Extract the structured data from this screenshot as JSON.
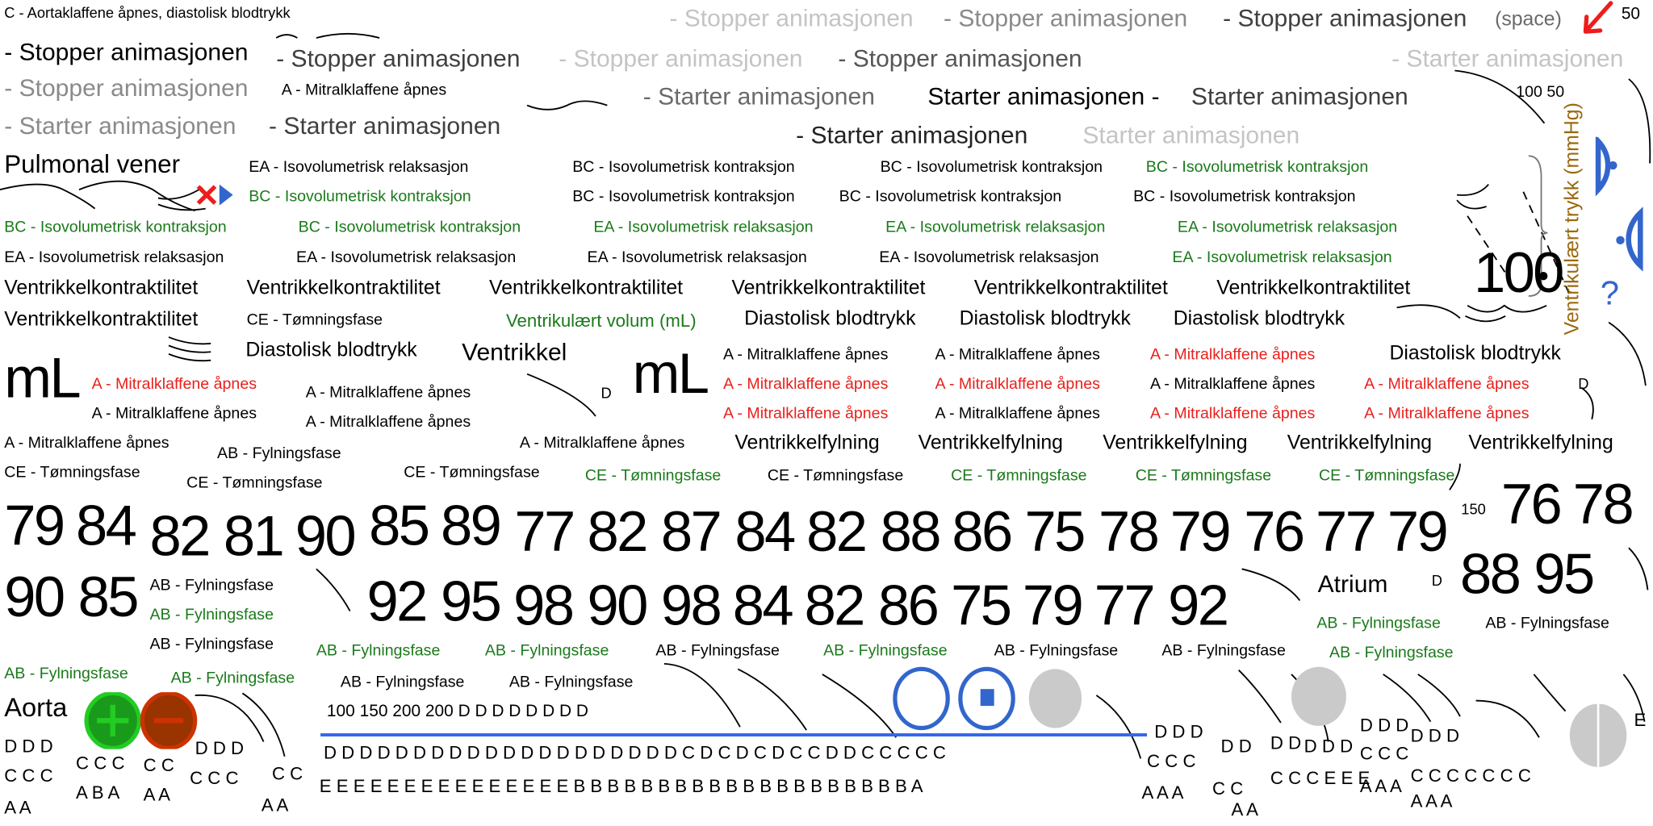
{
  "colors": {
    "black": "#000000",
    "green": "#1a7a1a",
    "red": "#e8201c",
    "blue": "#3366cc",
    "brown": "#9a6a10",
    "gray_light": "#c4c4c4",
    "gray_mid": "#8a8a8a",
    "gray_dark": "#3f3f3f"
  },
  "axis_label": "Ventrikulært trykk (mmHg)",
  "question_mark": "?",
  "labels": [
    {
      "t": "C - Aortaklaffene åpnes, diastolisk blodtrykk",
      "c": "#000000"
    },
    {
      "t": "- Stopper animasjonen",
      "c": "#c4c4c4"
    },
    {
      "t": "- Stopper animasjonen",
      "c": "#8a8a8a"
    },
    {
      "t": "- Stopper animasjonen",
      "c": "#3f3f3f"
    },
    {
      "t": "(space)",
      "c": "#6a6a6a"
    },
    {
      "t": "50",
      "c": "#000000"
    },
    {
      "t": "- Stopper animasjonen",
      "c": "#000000"
    },
    {
      "t": "- Stopper animasjonen",
      "c": "#3f3f3f"
    },
    {
      "t": "- Stopper animasjonen",
      "c": "#c4c4c4"
    },
    {
      "t": "- Stopper animasjonen",
      "c": "#555555"
    },
    {
      "t": "- Starter animasjonen",
      "c": "#c4c4c4"
    },
    {
      "t": "- Stopper animasjonen",
      "c": "#8a8a8a"
    },
    {
      "t": "A - Mitralklaffene åpnes",
      "c": "#000000"
    },
    {
      "t": "- Starter animasjonen",
      "c": "#6a6a6a"
    },
    {
      "t": "Starter animasjonen -",
      "c": "#000000"
    },
    {
      "t": "Starter animasjonen",
      "c": "#3f3f3f"
    },
    {
      "t": "100 50",
      "c": "#000000"
    },
    {
      "t": "- Starter animasjonen",
      "c": "#8a8a8a"
    },
    {
      "t": "- Starter animasjonen",
      "c": "#3f3f3f"
    },
    {
      "t": "- Starter animasjonen",
      "c": "#222222"
    },
    {
      "t": "Starter animasjonen",
      "c": "#c4c4c4"
    },
    {
      "t": "Pulmonal vener",
      "c": "#000000"
    },
    {
      "t": "EA - Isovolumetrisk relaksasjon",
      "c": "#000000"
    },
    {
      "t": "BC - Isovolumetrisk kontraksjon",
      "c": "#000000"
    },
    {
      "t": "BC - Isovolumetrisk kontraksjon",
      "c": "#000000"
    },
    {
      "t": "BC - Isovolumetrisk kontraksjon",
      "c": "#1a7a1a"
    },
    {
      "t": "BC - Isovolumetrisk kontraksjon",
      "c": "#1a7a1a"
    },
    {
      "t": "BC - Isovolumetrisk kontraksjon",
      "c": "#000000"
    },
    {
      "t": "BC - Isovolumetrisk kontraksjon",
      "c": "#000000"
    },
    {
      "t": "BC - Isovolumetrisk kontraksjon",
      "c": "#000000"
    },
    {
      "t": "BC - Isovolumetrisk kontraksjon",
      "c": "#1a7a1a"
    },
    {
      "t": "BC - Isovolumetrisk kontraksjon",
      "c": "#1a7a1a"
    },
    {
      "t": "EA - Isovolumetrisk relaksasjon",
      "c": "#1a7a1a"
    },
    {
      "t": "EA - Isovolumetrisk relaksasjon",
      "c": "#1a7a1a"
    },
    {
      "t": "EA - Isovolumetrisk relaksasjon",
      "c": "#1a7a1a"
    },
    {
      "t": "EA - Isovolumetrisk relaksasjon",
      "c": "#000000"
    },
    {
      "t": "EA - Isovolumetrisk relaksasjon",
      "c": "#000000"
    },
    {
      "t": "EA - Isovolumetrisk relaksasjon",
      "c": "#000000"
    },
    {
      "t": "EA - Isovolumetrisk relaksasjon",
      "c": "#000000"
    },
    {
      "t": "EA - Isovolumetrisk relaksasjon",
      "c": "#1a7a1a"
    },
    {
      "t": "Ventrikkelkontraktilitet",
      "c": "#000000"
    },
    {
      "t": "Ventrikkelkontraktilitet",
      "c": "#000000"
    },
    {
      "t": "Ventrikkelkontraktilitet",
      "c": "#000000"
    },
    {
      "t": "Ventrikkelkontraktilitet",
      "c": "#000000"
    },
    {
      "t": "Ventrikkelkontraktilitet",
      "c": "#000000"
    },
    {
      "t": "Ventrikkelkontraktilitet",
      "c": "#000000"
    },
    {
      "t": "Ventrikkelkontraktilitet",
      "c": "#000000"
    },
    {
      "t": "CE - Tømningsfase",
      "c": "#000000"
    },
    {
      "t": "Ventrikulært volum (mL)",
      "c": "#1a7a1a"
    },
    {
      "t": "Diastolisk blodtrykk",
      "c": "#000000"
    },
    {
      "t": "Diastolisk blodtrykk",
      "c": "#000000"
    },
    {
      "t": "Diastolisk blodtrykk",
      "c": "#000000"
    },
    {
      "t": "Diastolisk blodtrykk",
      "c": "#000000"
    },
    {
      "t": "Ventrikkel",
      "c": "#000000"
    },
    {
      "t": "Diastolisk blodtrykk",
      "c": "#000000"
    },
    {
      "t": "mL",
      "c": "#000000"
    },
    {
      "t": "mL",
      "c": "#000000"
    },
    {
      "t": "100",
      "c": "#000000"
    },
    {
      "t": "A - Mitralklaffene åpnes",
      "c": "#000000"
    },
    {
      "t": "A - Mitralklaffene åpnes",
      "c": "#000000"
    },
    {
      "t": "A - Mitralklaffene åpnes",
      "c": "#e8201c"
    },
    {
      "t": "A - Mitralklaffene åpnes",
      "c": "#e8201c"
    },
    {
      "t": "A - Mitralklaffene åpnes",
      "c": "#e8201c"
    },
    {
      "t": "A - Mitralklaffene åpnes",
      "c": "#e8201c"
    },
    {
      "t": "A - Mitralklaffene åpnes",
      "c": "#000000"
    },
    {
      "t": "A - Mitralklaffene åpnes",
      "c": "#e8201c"
    },
    {
      "t": "A - Mitralklaffene åpnes",
      "c": "#000000"
    },
    {
      "t": "A - Mitralklaffene åpnes",
      "c": "#e8201c"
    },
    {
      "t": "A - Mitralklaffene åpnes",
      "c": "#000000"
    },
    {
      "t": "A - Mitralklaffene åpnes",
      "c": "#e8201c"
    },
    {
      "t": "A - Mitralklaffene åpnes",
      "c": "#e8201c"
    },
    {
      "t": "A - Mitralklaffene åpnes",
      "c": "#000000"
    },
    {
      "t": "A - Mitralklaffene åpnes",
      "c": "#000000"
    },
    {
      "t": "A - Mitralklaffene åpnes",
      "c": "#000000"
    },
    {
      "t": "A - Mitralklaffene åpnes",
      "c": "#000000"
    },
    {
      "t": "D",
      "c": "#000000"
    },
    {
      "t": "D",
      "c": "#000000"
    },
    {
      "t": "Ventrikkelfylning",
      "c": "#000000"
    },
    {
      "t": "Ventrikkelfylning",
      "c": "#000000"
    },
    {
      "t": "Ventrikkelfylning",
      "c": "#000000"
    },
    {
      "t": "Ventrikkelfylning",
      "c": "#000000"
    },
    {
      "t": "Ventrikkelfylning",
      "c": "#000000"
    },
    {
      "t": "AB - Fylningsfase",
      "c": "#000000"
    },
    {
      "t": "CE - Tømningsfase",
      "c": "#000000"
    },
    {
      "t": "CE - Tømningsfase",
      "c": "#000000"
    },
    {
      "t": "CE - Tømningsfase",
      "c": "#000000"
    },
    {
      "t": "CE - Tømningsfase",
      "c": "#1a7a1a"
    },
    {
      "t": "CE - Tømningsfase",
      "c": "#000000"
    },
    {
      "t": "CE - Tømningsfase",
      "c": "#1a7a1a"
    },
    {
      "t": "CE - Tømningsfase",
      "c": "#1a7a1a"
    },
    {
      "t": "CE - Tømningsfase",
      "c": "#1a7a1a"
    },
    {
      "t": "79",
      "c": "#000000"
    },
    {
      "t": "84",
      "c": "#000000"
    },
    {
      "t": "82",
      "c": "#000000"
    },
    {
      "t": "81",
      "c": "#000000"
    },
    {
      "t": "90",
      "c": "#000000"
    },
    {
      "t": "85",
      "c": "#000000"
    },
    {
      "t": "89",
      "c": "#000000"
    },
    {
      "t": "77",
      "c": "#000000"
    },
    {
      "t": "82",
      "c": "#000000"
    },
    {
      "t": "87",
      "c": "#000000"
    },
    {
      "t": "84",
      "c": "#000000"
    },
    {
      "t": "82",
      "c": "#000000"
    },
    {
      "t": "88",
      "c": "#000000"
    },
    {
      "t": "86",
      "c": "#000000"
    },
    {
      "t": "75",
      "c": "#000000"
    },
    {
      "t": "78",
      "c": "#000000"
    },
    {
      "t": "79",
      "c": "#000000"
    },
    {
      "t": "76",
      "c": "#000000"
    },
    {
      "t": "77",
      "c": "#000000"
    },
    {
      "t": "79",
      "c": "#000000"
    },
    {
      "t": "150",
      "c": "#000000"
    },
    {
      "t": "76",
      "c": "#000000"
    },
    {
      "t": "78",
      "c": "#000000"
    },
    {
      "t": "90",
      "c": "#000000"
    },
    {
      "t": "85",
      "c": "#000000"
    },
    {
      "t": "AB - Fylningsfase",
      "c": "#000000"
    },
    {
      "t": "AB - Fylningsfase",
      "c": "#1a7a1a"
    },
    {
      "t": "AB - Fylningsfase",
      "c": "#000000"
    },
    {
      "t": "92",
      "c": "#000000"
    },
    {
      "t": "95",
      "c": "#000000"
    },
    {
      "t": "98",
      "c": "#000000"
    },
    {
      "t": "90",
      "c": "#000000"
    },
    {
      "t": "98",
      "c": "#000000"
    },
    {
      "t": "84",
      "c": "#000000"
    },
    {
      "t": "82",
      "c": "#000000"
    },
    {
      "t": "86",
      "c": "#000000"
    },
    {
      "t": "75",
      "c": "#000000"
    },
    {
      "t": "79",
      "c": "#000000"
    },
    {
      "t": "77",
      "c": "#000000"
    },
    {
      "t": "92",
      "c": "#000000"
    },
    {
      "t": "Atrium",
      "c": "#000000"
    },
    {
      "t": "D",
      "c": "#000000"
    },
    {
      "t": "88",
      "c": "#000000"
    },
    {
      "t": "95",
      "c": "#000000"
    },
    {
      "t": "AB - Fylningsfase",
      "c": "#1a7a1a"
    },
    {
      "t": "AB - Fylningsfase",
      "c": "#000000"
    },
    {
      "t": "AB - Fylningsfase",
      "c": "#1a7a1a"
    },
    {
      "t": "AB - Fylningsfase",
      "c": "#1a7a1a"
    },
    {
      "t": "AB - Fylningsfase",
      "c": "#000000"
    },
    {
      "t": "AB - Fylningsfase",
      "c": "#1a7a1a"
    },
    {
      "t": "AB - Fylningsfase",
      "c": "#000000"
    },
    {
      "t": "AB - Fylningsfase",
      "c": "#000000"
    },
    {
      "t": "AB - Fylningsfase",
      "c": "#1a7a1a"
    },
    {
      "t": "AB - Fylningsfase",
      "c": "#1a7a1a"
    },
    {
      "t": "AB - Fylningsfase",
      "c": "#1a7a1a"
    },
    {
      "t": "AB - Fylningsfase",
      "c": "#000000"
    },
    {
      "t": "AB - Fylningsfase",
      "c": "#000000"
    },
    {
      "t": "Aorta",
      "c": "#000000"
    },
    {
      "t": "100 150 200 200 D D D D D D D D",
      "c": "#000000"
    },
    {
      "t": "D D D D D D D D D D D D D D D D D D D D C D C D C D C C D D C C C C C",
      "c": "#000000"
    },
    {
      "t": "E E E E E E E E E E E E E E E B B B B B B B B B B B B B B B B B B B B A",
      "c": "#000000"
    },
    {
      "t": "D D D",
      "c": "#000000"
    },
    {
      "t": "C C C",
      "c": "#000000"
    },
    {
      "t": "A A",
      "c": "#000000"
    },
    {
      "t": "C C C",
      "c": "#000000"
    },
    {
      "t": "A B A",
      "c": "#000000"
    },
    {
      "t": "C C",
      "c": "#000000"
    },
    {
      "t": "A A",
      "c": "#000000"
    },
    {
      "t": "D D D",
      "c": "#000000"
    },
    {
      "t": "C C C",
      "c": "#000000"
    },
    {
      "t": "C C",
      "c": "#000000"
    },
    {
      "t": "A A",
      "c": "#000000"
    },
    {
      "t": "D D D",
      "c": "#000000"
    },
    {
      "t": "C C C",
      "c": "#000000"
    },
    {
      "t": "A A A",
      "c": "#000000"
    },
    {
      "t": "D D",
      "c": "#000000"
    },
    {
      "t": "C C",
      "c": "#000000"
    },
    {
      "t": "A A",
      "c": "#000000"
    },
    {
      "t": "D D",
      "c": "#000000"
    },
    {
      "t": "C C C E E E",
      "c": "#000000"
    },
    {
      "t": "D D D",
      "c": "#000000"
    },
    {
      "t": "D D D",
      "c": "#000000"
    },
    {
      "t": "C C C",
      "c": "#000000"
    },
    {
      "t": "A A A",
      "c": "#000000"
    },
    {
      "t": "D D D",
      "c": "#000000"
    },
    {
      "t": "C C C C C C C",
      "c": "#000000"
    },
    {
      "t": "A A A",
      "c": "#000000"
    },
    {
      "t": "E",
      "c": "#000000"
    }
  ]
}
